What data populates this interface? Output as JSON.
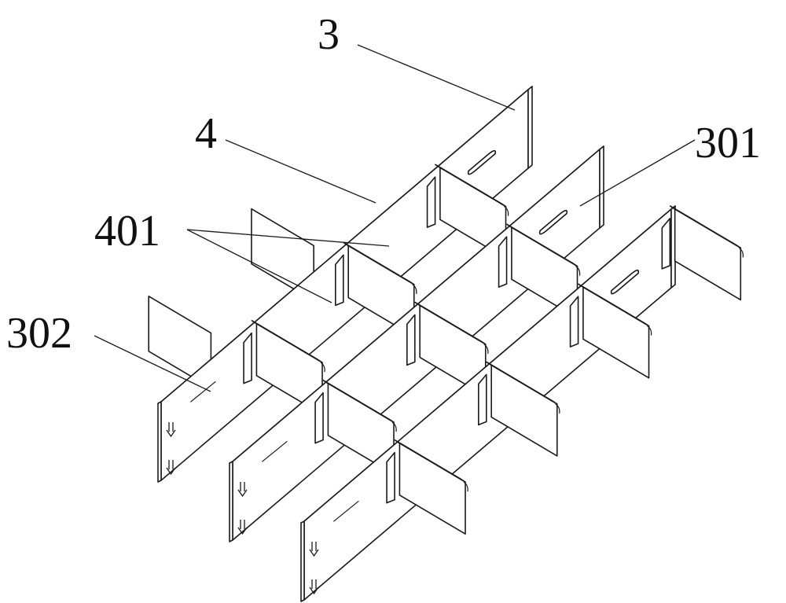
{
  "callouts": {
    "plate": "3",
    "divider": "4",
    "plate_slot": "301",
    "divider_slot": "401",
    "plate_marker": "302"
  },
  "colors": {
    "line": "#1a1a1a",
    "background": "#ffffff"
  }
}
